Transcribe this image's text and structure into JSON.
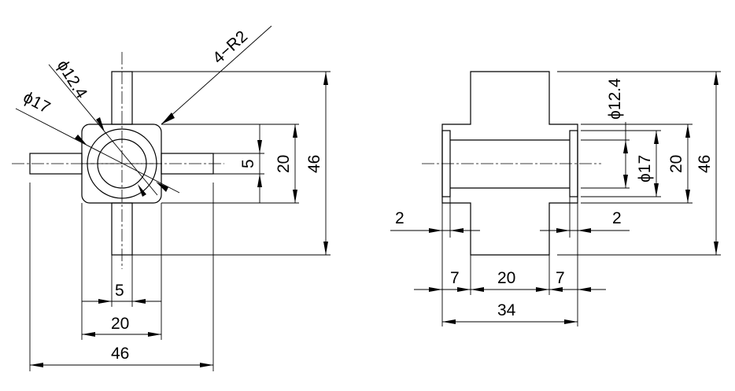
{
  "front_view": {
    "leader_r2": "4−R2",
    "dia_12_4": "ϕ12.4",
    "dia_17": "ϕ17",
    "dim_5_vertical": "5",
    "dim_20_vertical": "20",
    "dim_46_vertical": "46",
    "dim_5_horizontal": "5",
    "dim_20_horizontal": "20",
    "dim_46_horizontal": "46"
  },
  "side_view": {
    "dia_12_4": "ϕ12.4",
    "dia_17": "ϕ17",
    "dim_20_vertical": "20",
    "dim_46_vertical": "46",
    "dim_2_left": "2",
    "dim_2_right": "2",
    "dim_7_left": "7",
    "dim_20_horizontal": "20",
    "dim_7_right": "7",
    "dim_34": "34"
  }
}
